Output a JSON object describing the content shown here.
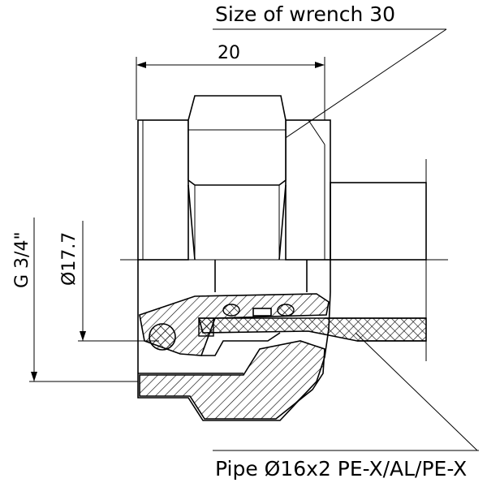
{
  "labels": {
    "wrench": "Size of wrench 30",
    "width_dim": "20",
    "thread": "G 3/4\"",
    "diameter": "Ø17.7",
    "pipe": "Pipe Ø16x2 PE-X/AL/PE-X"
  }
}
